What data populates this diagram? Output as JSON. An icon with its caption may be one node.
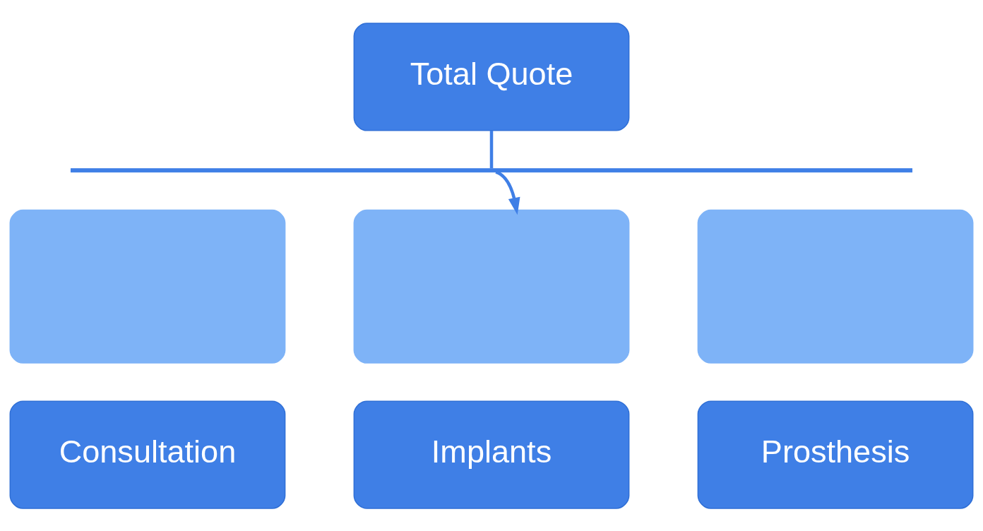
{
  "diagram": {
    "nodes": [
      {
        "text": [
          "Total Quote"
        ]
      },
      {
        "text": [],
        "shape": "bar"
      },
      {
        "text": [],
        "shape": "box"
      },
      {
        "text": [],
        "shape": "box"
      },
      {
        "text": [],
        "shape": "box"
      },
      {
        "text": [
          "Consultation"
        ]
      },
      {
        "text": [
          "Implants"
        ]
      },
      {
        "text": [
          "Prosthesis"
        ]
      }
    ],
    "edges": [
      {
        "from": 0,
        "to": 1,
        "arrow": "none"
      },
      {
        "from": 1,
        "to": 3,
        "arrow": "to"
      }
    ]
  }
}
